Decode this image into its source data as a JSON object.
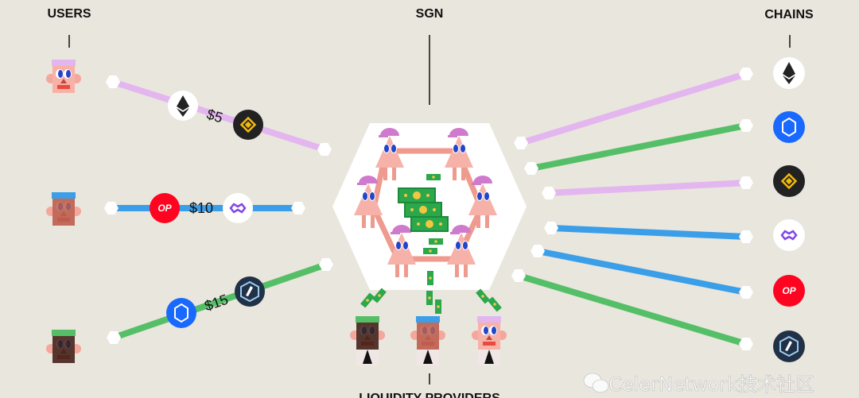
{
  "labels": {
    "users": "USERS",
    "sgn": "SGN",
    "chains": "CHAINS",
    "liquidity_providers": "LIQUIDITY PROVIDERS"
  },
  "transfers": [
    {
      "amount": "$5",
      "from_token": "ethereum-icon",
      "to_token": "bnb-icon",
      "color": "#e3b6f0"
    },
    {
      "amount": "$10",
      "from_token": "op-icon",
      "from_label": "OP",
      "to_token": "polygon-icon",
      "color": "#3a9ee8"
    },
    {
      "amount": "$15",
      "from_token": "fantom-icon",
      "to_token": "arbitrum-icon",
      "color": "#55bf68"
    }
  ],
  "chains": [
    {
      "icon": "ethereum-icon"
    },
    {
      "icon": "fantom-icon"
    },
    {
      "icon": "bnb-icon"
    },
    {
      "icon": "polygon-icon"
    },
    {
      "icon": "op-icon",
      "label": "OP"
    },
    {
      "icon": "arbitrum-icon"
    }
  ],
  "colors": {
    "background": "#e9e6dd",
    "lilac": "#e3b6f0",
    "blue": "#3a9ee8",
    "green": "#55bf68",
    "op_red": "#ff0420",
    "fantom_blue": "#1969ff",
    "bnb_dark": "#222222"
  },
  "watermark": "CelerNetwork技术社区"
}
